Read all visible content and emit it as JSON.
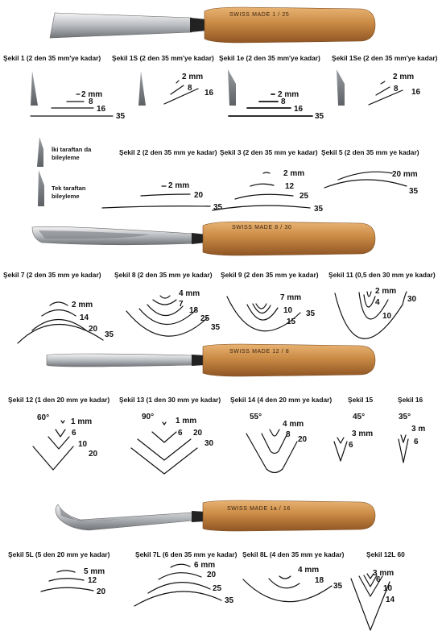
{
  "tools": {
    "stamp1": "SWISS MADE    1 / 25",
    "stamp2": "SWISS MADE    8 / 30",
    "stamp3": "SWISS MADE    12 / 8",
    "stamp4": "SWISS MADE    1a / 16"
  },
  "row1": {
    "titles": [
      "Şekil 1 (2 den 35 mm'ye kadar)",
      "Şekil 1S (2 den 35 mm'ye kadar)",
      "Şekil 1e (2 den 35 mm'ye kadar)",
      "Şekil 1Se (2 den 35 mm'ye kadar)"
    ],
    "s1": [
      "2 mm",
      "8",
      "16",
      "35"
    ],
    "s1s": [
      "2 mm",
      "8",
      "16"
    ],
    "s1e": [
      "2 mm",
      "8",
      "16",
      "35"
    ],
    "s1se": [
      "2 mm",
      "8",
      "16"
    ]
  },
  "bevel_notes": [
    "İki taraftan da",
    "bileyleme",
    "Tek taraftan",
    "bileyleme"
  ],
  "row2": {
    "titles": [
      "Şekil 2 (2 den 35 mm ye kadar)",
      "Şekil 3 (2 den 35 mm ye kadar)",
      "Şekil 5 (2 den 35 mm ye kadar)"
    ],
    "s2": [
      "2 mm",
      "20",
      "35"
    ],
    "s3": [
      "2 mm",
      "12",
      "25",
      "35"
    ],
    "s5": [
      "20 mm",
      "35"
    ]
  },
  "row3": {
    "titles": [
      "Şekil 7 (2 den 35 mm ye kadar)",
      "Şekil 8 (2 den 35 mm ye kadar)",
      "Şekil 9 (2 den 35 mm ye kadar)",
      "Şekil 11 (0,5 den 30 mm ye kadar)"
    ],
    "s7": [
      "2 mm",
      "14",
      "20",
      "35"
    ],
    "s8": [
      "4 mm",
      "7",
      "18",
      "25",
      "35"
    ],
    "s9": [
      "7 mm",
      "10",
      "15",
      "35"
    ],
    "s11": [
      "2 mm",
      "4",
      "10",
      "30"
    ]
  },
  "row4": {
    "titles": [
      "Şekil 12 (1 den 20 mm ye kadar)",
      "Şekil 13 (1 den 30 mm ye kadar)",
      "Şekil 14 (4 den 20 mm ye kadar)",
      "Şekil 15",
      "Şekil 16"
    ],
    "s12": [
      "60°",
      "1 mm",
      "6",
      "10",
      "20"
    ],
    "s13": [
      "90°",
      "1 mm",
      "6",
      "20",
      "30"
    ],
    "s14": [
      "55°",
      "4 mm",
      "8",
      "20"
    ],
    "s15": [
      "45°",
      "3 mm",
      "6"
    ],
    "s16": [
      "35°",
      "3 m",
      "6"
    ]
  },
  "row5": {
    "titles": [
      "Şekil 5L (5 den 20 mm ye kadar)",
      "Şekil 7L (6 den 35 mm ye kadar)",
      "Şekil 8L (4 den 35 mm ye kadar)",
      "Şekil 12L 60"
    ],
    "s5l": [
      "5 mm",
      "12",
      "20"
    ],
    "s7l": [
      "6 mm",
      "20",
      "25",
      "35"
    ],
    "s8l": [
      "4 mm",
      "18",
      "35"
    ],
    "s12l": [
      "3 mm",
      "6",
      "10",
      "14"
    ]
  }
}
